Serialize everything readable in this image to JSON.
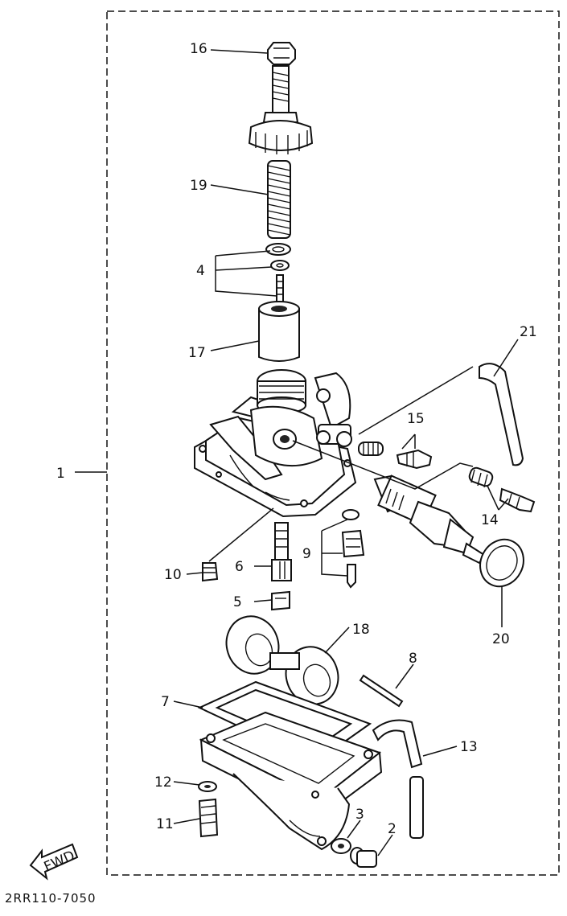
{
  "diagram": {
    "drawing_code": "2RR110-7050",
    "direction_label": "FWD",
    "callouts": {
      "c1": "1",
      "c2": "2",
      "c3": "3",
      "c4": "4",
      "c5": "5",
      "c6": "6",
      "c7": "7",
      "c8": "8",
      "c9": "9",
      "c10": "10",
      "c11": "11",
      "c12": "12",
      "c13": "13",
      "c14": "14",
      "c15": "15",
      "c16": "16",
      "c17": "17",
      "c18": "18",
      "c19": "19",
      "c20": "20",
      "c21": "21"
    }
  }
}
